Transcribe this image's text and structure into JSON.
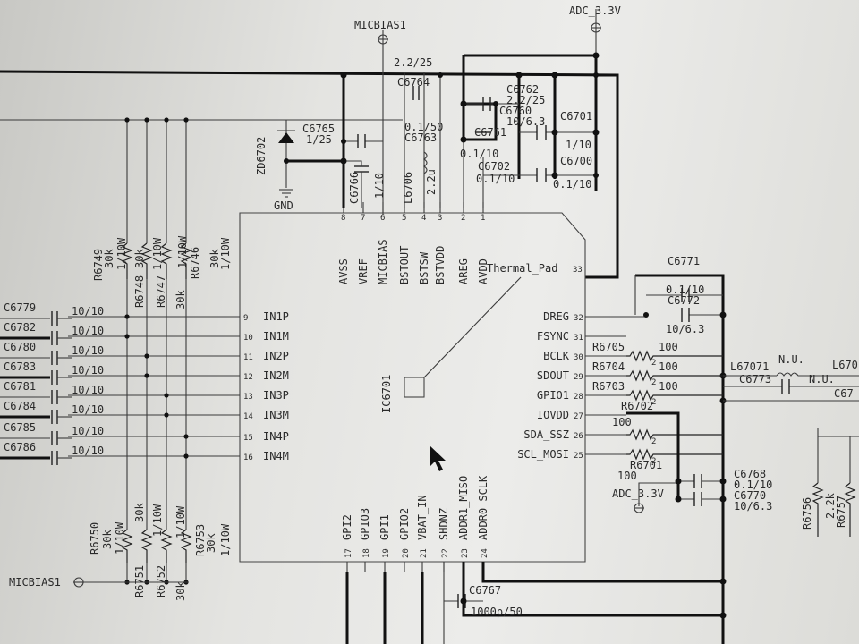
{
  "nets": {
    "adc_3v3": "ADC_3.3V",
    "micbias1": "MICBIAS1",
    "gnd": "GND"
  },
  "ic": {
    "ref": "IC6701",
    "thermal_pad": "Thermal_Pad"
  },
  "pins_top": [
    {
      "num": "8",
      "name": "AVSS"
    },
    {
      "num": "7",
      "name": "VREF"
    },
    {
      "num": "6",
      "name": "MICBIAS"
    },
    {
      "num": "5",
      "name": "BSTOUT"
    },
    {
      "num": "4",
      "name": "BSTSW"
    },
    {
      "num": "3",
      "name": "BSTVDD"
    },
    {
      "num": "2",
      "name": "AREG"
    },
    {
      "num": "1",
      "name": "AVDD"
    }
  ],
  "pins_left": [
    {
      "num": "9",
      "name": "IN1P"
    },
    {
      "num": "10",
      "name": "IN1M"
    },
    {
      "num": "11",
      "name": "IN2P"
    },
    {
      "num": "12",
      "name": "IN2M"
    },
    {
      "num": "13",
      "name": "IN3P"
    },
    {
      "num": "14",
      "name": "IN3M"
    },
    {
      "num": "15",
      "name": "IN4P"
    },
    {
      "num": "16",
      "name": "IN4M"
    }
  ],
  "pins_right": [
    {
      "num": "33",
      "name": "Thermal_Pad"
    },
    {
      "num": "32",
      "name": "DREG"
    },
    {
      "num": "31",
      "name": "FSYNC"
    },
    {
      "num": "30",
      "name": "BCLK"
    },
    {
      "num": "29",
      "name": "SDOUT"
    },
    {
      "num": "28",
      "name": "GPIO1"
    },
    {
      "num": "27",
      "name": "IOVDD"
    },
    {
      "num": "26",
      "name": "SDA_SSZ"
    },
    {
      "num": "25",
      "name": "SCL_MOSI"
    }
  ],
  "pins_bottom": [
    {
      "num": "17",
      "name": "GPI2"
    },
    {
      "num": "18",
      "name": "GPIO3"
    },
    {
      "num": "19",
      "name": "GPI1"
    },
    {
      "num": "20",
      "name": "GPIO2"
    },
    {
      "num": "21",
      "name": "VBAT_IN"
    },
    {
      "num": "22",
      "name": "SHDNZ"
    },
    {
      "num": "23",
      "name": "ADDR1_MISO"
    },
    {
      "num": "24",
      "name": "ADDR0_SCLK"
    }
  ],
  "input_caps": [
    {
      "ref": "C6779",
      "value": "10/10"
    },
    {
      "ref": "C6782",
      "value": "10/10"
    },
    {
      "ref": "C6780",
      "value": "10/10"
    },
    {
      "ref": "C6783",
      "value": "10/10"
    },
    {
      "ref": "C6781",
      "value": "10/10"
    },
    {
      "ref": "C6784",
      "value": "10/10"
    },
    {
      "ref": "C6785",
      "value": "10/10"
    },
    {
      "ref": "C6786",
      "value": "10/10"
    }
  ],
  "resistors_top": [
    {
      "ref": "R6749",
      "value": "30k",
      "power": "1/10W"
    },
    {
      "ref": "R6748",
      "value": "30k",
      "power": "1/10W"
    },
    {
      "ref": "R6747",
      "value": "30k",
      "power": "1/10W"
    },
    {
      "ref": "R6746",
      "value": "30k",
      "power": "1/10W"
    }
  ],
  "resistors_bottom": [
    {
      "ref": "R6750",
      "value": "30k",
      "power": "1/10W"
    },
    {
      "ref": "R6751",
      "value": "30k",
      "power": "1/10W"
    },
    {
      "ref": "R6752",
      "value": "30k",
      "power": "1/10W"
    },
    {
      "ref": "R6753",
      "value": "30k",
      "power": "1/10W"
    }
  ],
  "top_parts": {
    "zd": "ZD6702",
    "c6765": {
      "ref": "C6765",
      "value": "1/25"
    },
    "c6766": {
      "ref": "C6766",
      "value": "1/10"
    },
    "c6764": {
      "ref": "C6764",
      "value": "0.1/50"
    },
    "bulk_value": "2.2/25",
    "l6706": {
      "ref": "L6706",
      "value": "2.2u"
    },
    "c6763": "C6763",
    "c6762": {
      "ref": "C6762",
      "value": "2.2/25"
    },
    "c6760": {
      "ref": "C6760",
      "value": "10/6.3"
    },
    "c6761": {
      "ref": "C6761",
      "value": "0.1/10"
    },
    "c6702": {
      "ref": "C6702",
      "value": "0.1/10"
    },
    "c6701": {
      "ref": "C6701",
      "value": "1/10"
    },
    "c6700": {
      "ref": "C6700",
      "value": "0.1/10"
    }
  },
  "right_parts": {
    "c6771": {
      "ref": "C6771",
      "value": "0.1/10"
    },
    "c6772": {
      "ref": "C6772",
      "value": "10/6.3"
    },
    "r6705": {
      "ref": "R6705",
      "value": "100"
    },
    "r6704": {
      "ref": "R6704",
      "value": "100"
    },
    "r6703": {
      "ref": "R6703",
      "value": "100"
    },
    "r6702": {
      "ref": "R6702",
      "value": "100"
    },
    "r6701": {
      "ref": "R6701",
      "value": "100"
    },
    "l6707": {
      "ref": "L67071",
      "value": "N.U."
    },
    "c6773": {
      "ref": "C6773",
      "value": "N.U."
    },
    "c6768": {
      "ref": "C6768",
      "value": "0.1/10"
    },
    "c6770": {
      "ref": "C6770",
      "value": "10/6.3"
    },
    "r6756": {
      "ref": "R6756",
      "value": "2.2k"
    },
    "r6757": {
      "ref": "R6757"
    },
    "edge1": "L670",
    "edge2": "C67"
  },
  "bottom_parts": {
    "c6767": {
      "ref": "C6767",
      "value": "1000p/50"
    }
  }
}
